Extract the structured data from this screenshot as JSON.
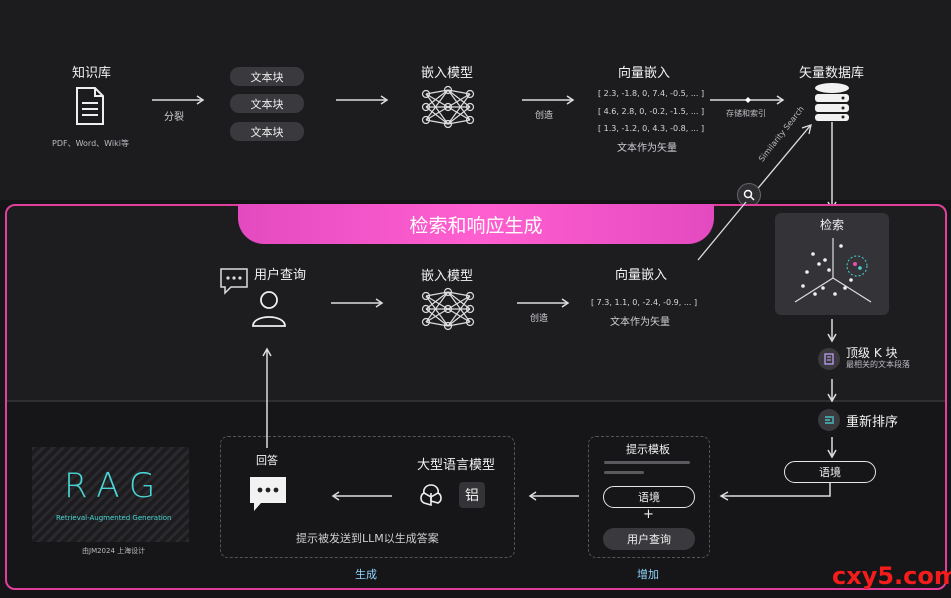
{
  "top": {
    "knowledge_base": "知识库",
    "kb_sources": "PDF、Word、Wiki等",
    "split_label": "分裂",
    "chunks": [
      "文本块",
      "文本块",
      "文本块"
    ],
    "embed_model": "嵌入模型",
    "create_label": "创造",
    "vector_embed": "向量嵌入",
    "vectors": [
      "[ 2.3, -1.8, 0, 7.4, -0.5, ... ]",
      "[ 4.6, 2.8, 0, -0.2, -1.5, ... ]",
      "[ 1.3, -1.2, 0, 4.3, -0.8, ... ]"
    ],
    "text_as_vector": "文本作为矢量",
    "store_index": "存储和索引",
    "vector_db": "矢量数据库",
    "similarity_search": "Similarity Search"
  },
  "banner": "检索和响应生成",
  "query_row": {
    "user_query": "用户查询",
    "embed_model": "嵌入模型",
    "create_label": "创造",
    "vector_embed": "向量嵌入",
    "vector": "[ 7.3, 1.1, 0, -2.4, -0.9, ... ]",
    "text_as_vector": "文本作为矢量"
  },
  "right_col": {
    "retrieve": "检索",
    "topk": "顶级 K 块",
    "topk_sub": "最相关的文本段落",
    "rerank": "重新排序",
    "context": "语境"
  },
  "augment": {
    "prompt_template": "提示模板",
    "context": "语境",
    "plus": "+",
    "user_query": "用户查询",
    "section_label": "增加"
  },
  "generate": {
    "answer": "回答",
    "llm": "大型语言模型",
    "llm_badge": "铝",
    "sent_to_llm": "提示被发送到LLM以生成答案",
    "section_label": "生成"
  },
  "logo": {
    "title": "RAG",
    "subtitle": "Retrieval-Augmented Generation",
    "credit": "由JM2024 上海设计"
  },
  "watermark": "cxy5.com",
  "colors": {
    "accent": "#e03f9a",
    "banner": "#ff5fd0",
    "watermark": "#f51c1c",
    "logo_cyan": "#4ad6d6"
  }
}
